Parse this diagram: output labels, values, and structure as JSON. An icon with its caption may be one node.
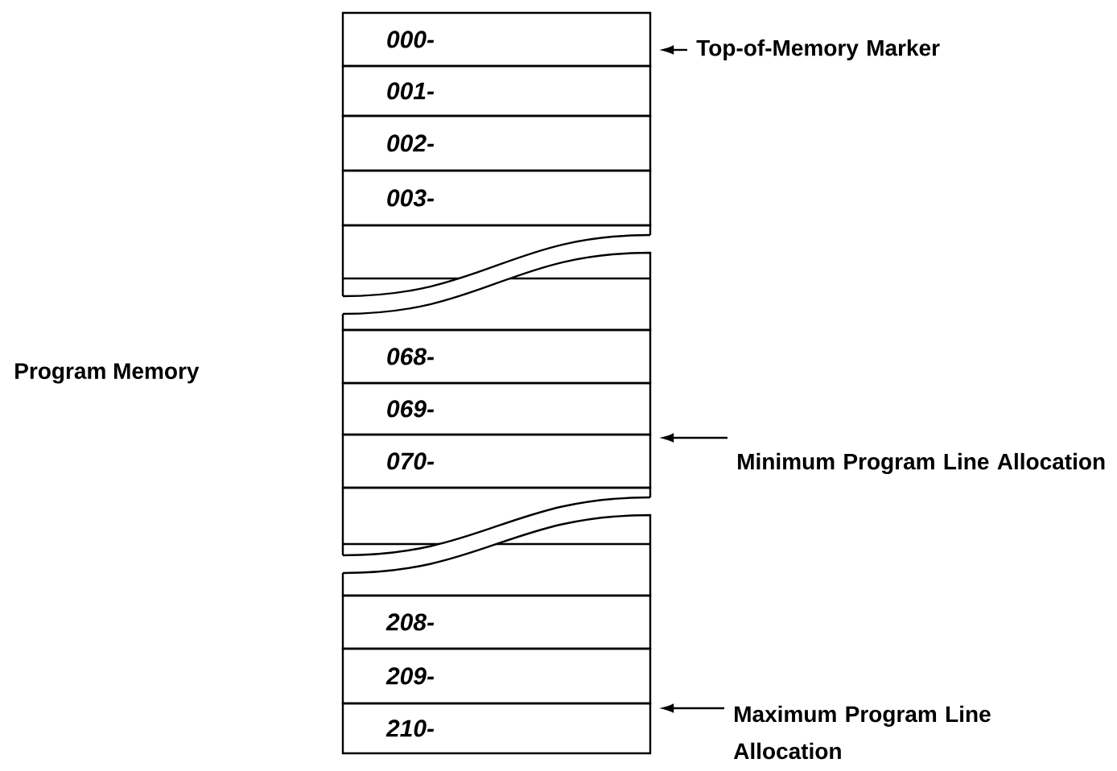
{
  "diagram": {
    "nodes": [
      {
        "text": [
          "000-"
        ]
      },
      {
        "text": [
          "001-"
        ]
      },
      {
        "text": [
          "002-"
        ]
      },
      {
        "text": [
          "003-"
        ]
      },
      {
        "text": [
          "068-"
        ]
      },
      {
        "text": [
          "069-"
        ]
      },
      {
        "text": [
          "070-"
        ]
      },
      {
        "text": [
          "208-"
        ]
      },
      {
        "text": [
          "209-"
        ]
      },
      {
        "text": [
          "210-"
        ]
      },
      {
        "text": [
          "Top-of-Memory Marker"
        ]
      },
      {
        "text": [
          "Minimum Program Line Allocation"
        ]
      },
      {
        "text": [
          "Maximum Program Line Allocation"
        ]
      }
    ],
    "edges": [
      {
        "from": 10,
        "to": 0,
        "arrow": "to"
      },
      {
        "from": 11,
        "to": 6,
        "arrow": "to"
      },
      {
        "from": 12,
        "to": 9,
        "arrow": "to"
      }
    ],
    "labels": [
      "Program Memory"
    ]
  }
}
